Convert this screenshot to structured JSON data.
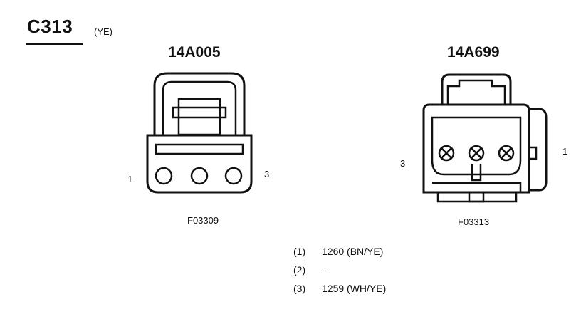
{
  "connector": {
    "id": "C313",
    "color": "(YE)"
  },
  "left": {
    "part": "14A005",
    "pin_left": "1",
    "pin_right": "3",
    "figure": "F03309",
    "pins": 3
  },
  "right": {
    "part": "14A699",
    "pin_left": "3",
    "pin_right": "1",
    "figure": "F03313",
    "pins": 3
  },
  "pinout": [
    {
      "num": "(1)",
      "desc": "1260 (BN/YE)"
    },
    {
      "num": "(2)",
      "desc": "–"
    },
    {
      "num": "(3)",
      "desc": "1259 (WH/YE)"
    }
  ],
  "colors": {
    "ink": "#111111",
    "background": "#ffffff"
  }
}
